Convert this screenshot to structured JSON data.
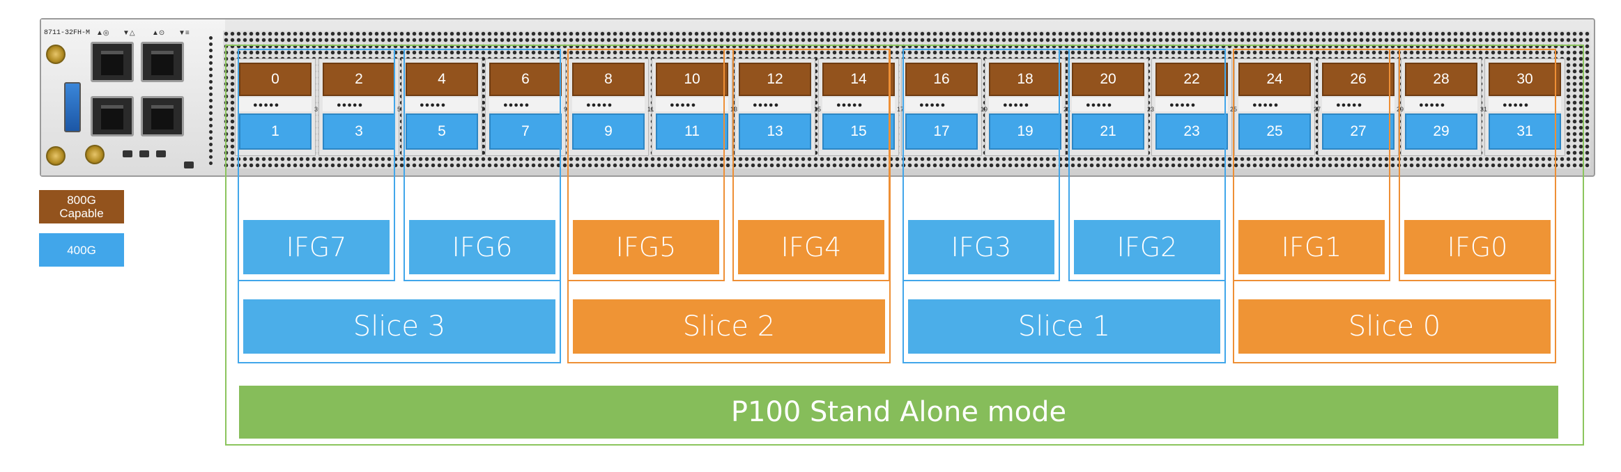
{
  "chassis": {
    "model": "8711-32FH-M",
    "front_icons": [
      "▲◎",
      "▼△",
      "▲⊙",
      "▼≡"
    ]
  },
  "ports": {
    "top": [
      "0",
      "2",
      "4",
      "6",
      "8",
      "10",
      "12",
      "14",
      "16",
      "18",
      "20",
      "22",
      "24",
      "26",
      "28",
      "30"
    ],
    "bottom": [
      "1",
      "3",
      "5",
      "7",
      "9",
      "11",
      "13",
      "15",
      "17",
      "19",
      "21",
      "23",
      "25",
      "27",
      "29",
      "31"
    ],
    "side_numbers": [
      "1",
      "3",
      "5",
      "7",
      "9",
      "11",
      "13",
      "15",
      "17",
      "19",
      "21",
      "23",
      "25",
      "27",
      "29",
      "31"
    ]
  },
  "legend": [
    {
      "lines": [
        "800G",
        "Capable"
      ],
      "color": "#93531d"
    },
    {
      "lines": [
        "400G"
      ],
      "color": "#41a6ea"
    }
  ],
  "ifgs": [
    {
      "label": "IFG7",
      "color": "blue"
    },
    {
      "label": "IFG6",
      "color": "blue"
    },
    {
      "label": "IFG5",
      "color": "orange"
    },
    {
      "label": "IFG4",
      "color": "orange"
    },
    {
      "label": "IFG3",
      "color": "blue"
    },
    {
      "label": "IFG2",
      "color": "blue"
    },
    {
      "label": "IFG1",
      "color": "orange"
    },
    {
      "label": "IFG0",
      "color": "orange"
    }
  ],
  "slices": [
    {
      "label": "Slice 3",
      "color": "blue"
    },
    {
      "label": "Slice 2",
      "color": "orange"
    },
    {
      "label": "Slice 1",
      "color": "blue"
    },
    {
      "label": "Slice 0",
      "color": "orange"
    }
  ],
  "mode": {
    "label": "P100 Stand Alone mode"
  },
  "colors": {
    "port_800g": "#93531d",
    "port_400g": "#41a6ea",
    "blue_group": "#4baee9",
    "orange_group": "#ef9435",
    "green_mode": "#86bd5a"
  }
}
